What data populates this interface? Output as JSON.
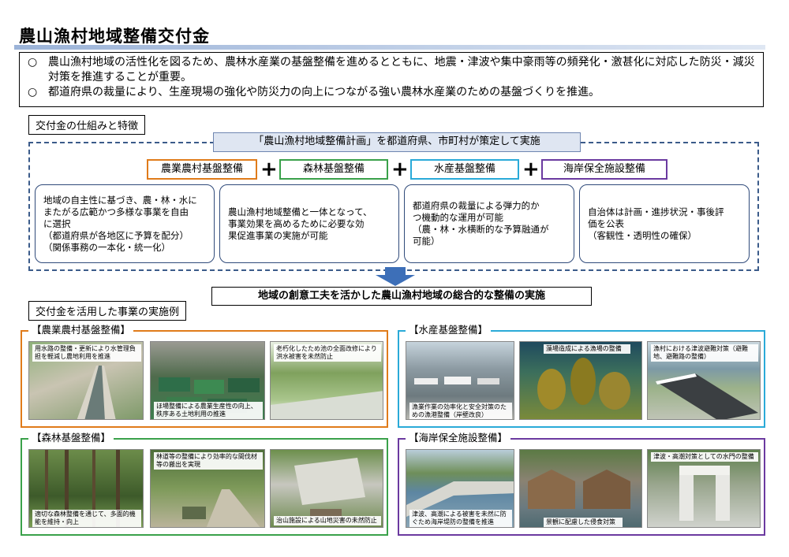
{
  "title": "農山漁村地域整備交付金",
  "overview": [
    {
      "mark": "○",
      "text": "農山漁村地域の活性化を図るため、農林水産業の基盤整備を進めるとともに、地震・津波や集中豪雨等の頻発化・激甚化に対応した防災・減災対策を推進することが重要。"
    },
    {
      "mark": "○",
      "text": "都道府県の裁量により、生産現場の強化や防災力の向上につながる強い農林水産業のための基盤づくりを推進。"
    }
  ],
  "mechanism_label": "交付金の仕組みと特徴",
  "plan_banner": "「農山漁村地域整備計画」を都道府県、市町村が策定して実施",
  "categories": [
    {
      "label": "農業農村基盤整備",
      "color": "#e07b1a"
    },
    {
      "label": "森林基盤整備",
      "color": "#3aa14a"
    },
    {
      "label": "水産基盤整備",
      "color": "#2aaad8"
    },
    {
      "label": "海岸保全施設整備",
      "color": "#6b3aa0"
    }
  ],
  "plus": "+",
  "features": [
    {
      "lines": [
        "地域の自主性に基づき、農・林・水に",
        "またがる広範かつ多様な事業を自由",
        "に選択",
        "（都道府県が各地区に予算を配分）",
        "（関係事務の一本化・統一化）"
      ]
    },
    {
      "lines": [
        "農山漁村地域整備と一体となって、",
        "事業効果を高めるために必要な効",
        "果促進事業の実施が可能"
      ]
    },
    {
      "lines": [
        "都道府県の裁量による弾力的か",
        "つ機動的な運用が可能",
        "（農・林・水横断的な予算融通が",
        "可能）"
      ]
    },
    {
      "lines": [
        "自治体は計画・進捗状況・事後評",
        "価を公表",
        "（客観性・透明性の確保）"
      ]
    }
  ],
  "result_banner": "地域の創意工夫を活かした農山漁村地域の総合的な整備の実施",
  "examples_label": "交付金を活用した事業の実施例",
  "sections": [
    {
      "title": "【農業農村基盤整備】",
      "color": "#e07b1a",
      "photos": [
        {
          "caption": "用水路の整備・更新により水管理負担を軽減し農地利用を推進"
        },
        {
          "caption": "ほ場整備による農業生産性の向上、秩序ある土地利用の推進"
        },
        {
          "caption": "老朽化したため池の全面改修により洪水被害を未然防止"
        }
      ]
    },
    {
      "title": "【水産基盤整備】",
      "color": "#2aaad8",
      "photos": [
        {
          "caption": "漁業作業の効率化と安全対策のための漁港整備（岸壁改良）"
        },
        {
          "caption": "藻場造成による漁場の整備"
        },
        {
          "caption": "漁村における津波避難対策（避難地、避難路の整備）"
        }
      ]
    },
    {
      "title": "【森林基盤整備】",
      "color": "#3aa14a",
      "photos": [
        {
          "caption": "適切な森林整備を通じて、多面的機能を維持・向上"
        },
        {
          "caption": "林道等の整備により効率的な間伐材等の搬出を実現"
        },
        {
          "caption": "治山施設による山地災害の未然防止"
        }
      ]
    },
    {
      "title": "【海岸保全施設整備】",
      "color": "#6b3aa0",
      "photos": [
        {
          "caption": "津波、高潮による被害を未然に防ぐため海岸堤防の整備を推進"
        },
        {
          "caption": "景観に配慮した侵食対策"
        },
        {
          "caption": "津波・高潮対策としての水門の整備"
        }
      ]
    }
  ]
}
